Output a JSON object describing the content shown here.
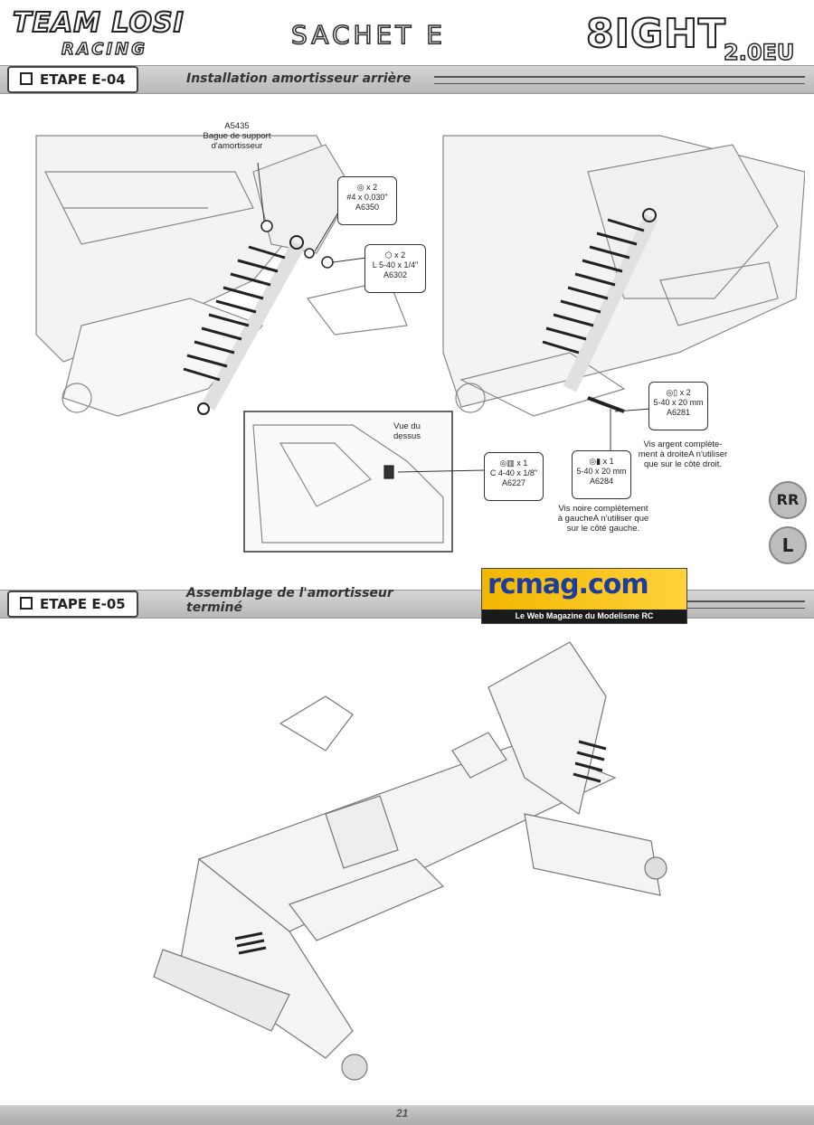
{
  "header": {
    "brand_top": "TEAM LOSI",
    "brand_sub": "RACING",
    "bag_title": "SACHET E",
    "model_main": "8IGHT",
    "model_sub": "2.0EU"
  },
  "step1": {
    "tab_label": "ETAPE E-04",
    "title": "Installation amortisseur arrière",
    "callouts": {
      "bushing_part": "A5435",
      "bushing_name": "Bague de support",
      "bushing_name2": "d'amortisseur",
      "washer_qty": "x 2",
      "washer_size": "#4 x 0,030\"",
      "washer_part": "A6350",
      "nut_qty": "x 2",
      "nut_size": "L 5-40 x 1/4\"",
      "nut_part": "A6302",
      "inset_label": "Vue du dessus",
      "set_qty": "x 1",
      "set_size": "C 4-40 x 1/8\"",
      "set_part": "A6227",
      "silver_qty": "x 2",
      "silver_size": "5-40 x 20 mm",
      "silver_part": "A6281",
      "silver_note1": "Vis argent complète-",
      "silver_note2": "ment à droiteA n'utiliser",
      "silver_note3": "que sur le côté droit.",
      "black_qty": "x 1",
      "black_size": "5-40 x 20 mm",
      "black_part": "A6284",
      "black_note1": "Vis noire complètement",
      "black_note2": "à gaucheA n'utiliser que",
      "black_note3": "sur le côté gauche."
    },
    "badge_rr": "RR",
    "badge_l": "L"
  },
  "step2": {
    "tab_label": "ETAPE E-05",
    "title_line1": "Assemblage de l'amortisseur",
    "title_line2": "terminé"
  },
  "watermark": {
    "title": "rcmag.com",
    "subtitle": "Le Web Magazine du Modelisme RC"
  },
  "footer": {
    "page_number": "21"
  }
}
